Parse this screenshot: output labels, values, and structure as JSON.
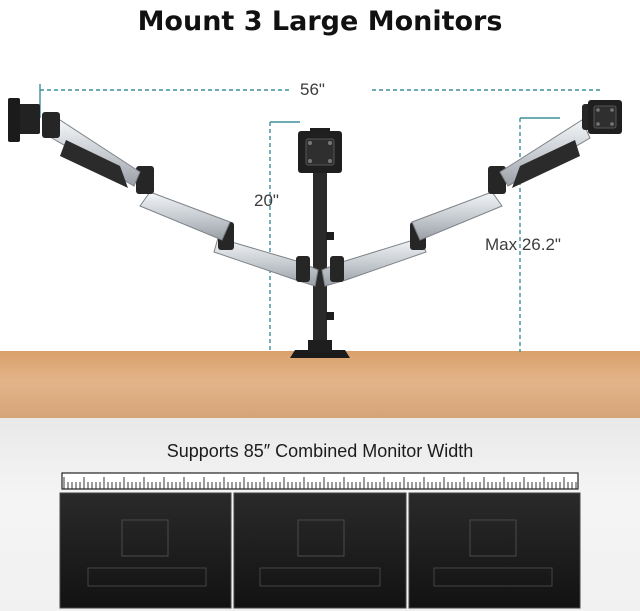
{
  "title": "Mount 3 Large Monitors",
  "dimensions": {
    "width": "56\"",
    "height": "20\"",
    "max_height": "Max 26.2\""
  },
  "caption": "Supports 85″ Combined Monitor Width",
  "colors": {
    "arm_silver": "#d8dce0",
    "arm_dark": "#2b2b2b",
    "dimension_line": "#3f8f9a",
    "desk_wood": "#dfa976",
    "monitor_black": "#1b1b1b"
  },
  "icons": [
    "monitor-mount",
    "gas-spring-arm",
    "ruler",
    "monitor"
  ]
}
